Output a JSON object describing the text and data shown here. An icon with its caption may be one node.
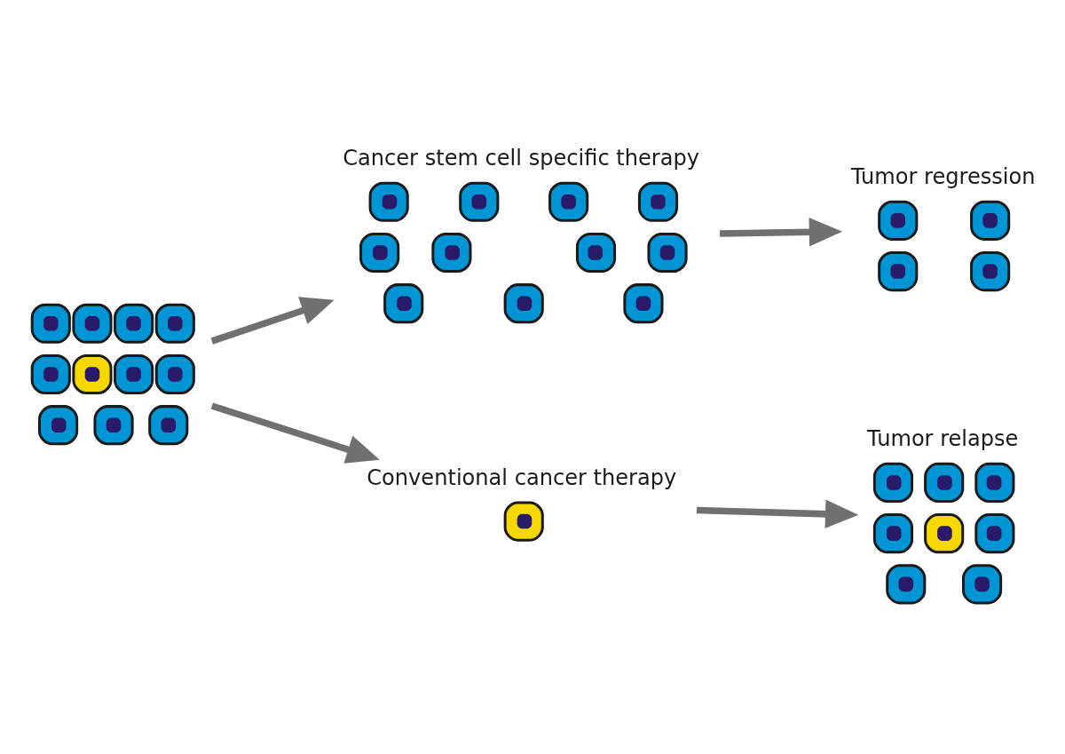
{
  "diagram": {
    "nodes": [
      {
        "text": [],
        "shape": "picture"
      },
      {
        "text": [
          "Cancer stem cell specific therapy"
        ]
      },
      {
        "text": [
          "Tumor regression"
        ]
      },
      {
        "text": [
          "Conventional cancer therapy"
        ]
      },
      {
        "text": [
          "Tumor relapse"
        ]
      }
    ],
    "edges": [
      {
        "from": 0,
        "to": 1,
        "arrow": "to"
      },
      {
        "from": 1,
        "to": 2,
        "arrow": "to"
      },
      {
        "from": 0,
        "to": 3,
        "arrow": "to"
      },
      {
        "from": 3,
        "to": 4,
        "arrow": "to"
      }
    ]
  }
}
